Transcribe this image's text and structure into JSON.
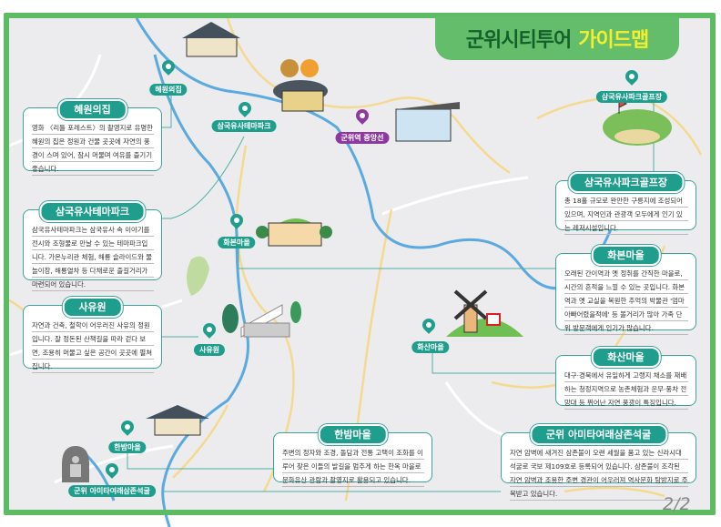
{
  "title": {
    "part1": "군위시티투어",
    "part2": "가이드맵"
  },
  "colors": {
    "frame": "#5dbb63",
    "teal": "#1f9d8d",
    "purple": "#8d3aa0",
    "title_dark": "#14602a",
    "title_yellow": "#f4ef2e",
    "river": "#5aa9e0",
    "road": "#f5d990"
  },
  "pins": [
    {
      "label": "혜원의집"
    },
    {
      "label": "삼국유사테마파크"
    },
    {
      "label": "군위역 중앙선"
    },
    {
      "label": "삼국유사파크골프장"
    },
    {
      "label": "화본마을"
    },
    {
      "label": "사유원"
    },
    {
      "label": "화산마을"
    },
    {
      "label": "한밤마을"
    },
    {
      "label": "군위 아미타여래삼존석굴"
    }
  ],
  "boxes": {
    "hyewon": {
      "title": "혜원의집",
      "text": "영화 〈리틀 포레스트〉의 촬영지로 유명한 혜원의 집은 정원과 건물 곳곳에 자연의 풍경이 스며 있어, 잠시 머물며 여유를 즐기기 좋습니다."
    },
    "themepark": {
      "title": "삼국유사테마파크",
      "text": "삼국유사테마파크는 삼국유사 속 이야기를 전시와 조형물로 만날 수 있는 테마파크입니다. 가온누리관 체험, 해룡 슬라이드와 물놀이장, 해룡열차 등 다채로운 즐길거리가 마련되어 있습니다."
    },
    "sayuwon": {
      "title": "사유원",
      "text": "자연과 건축, 철학이 어우러진 사유의 정원입니다. 잘 정돈된 산책길을 따라 걷다 보면, 조용히 머물고 싶은 공간이 곳곳에 펼쳐집니다."
    },
    "golf": {
      "title": "삼국유사파크골프장",
      "text": "총 18홀 규모로 완만한 구릉지에 조성되어 있으며, 지역민과 관광객 모두에게 인기 있는 레저시설입니다."
    },
    "hwabon": {
      "title": "화본마을",
      "text": "오래된 간이역과 옛 정취를 간직한 마을로, 시간의 흔적을 느낄 수 있는 곳입니다. 화본역과 옛 교실을 복원한 추억의 박물관 '엄마아빠어렸을적에' 등 볼거리가 많아 가족 단위 방문객에게 인기가 많습니다."
    },
    "hwasan": {
      "title": "화산마을",
      "text": "대구·경북에서 유일하게 고랭지 채소를 재배하는 청정지역으로 농촌체험과 운무·풍차 전망대 등 뛰어난 자연 풍광이 특징입니다."
    },
    "hanbam": {
      "title": "한밤마을",
      "text": "주변의 정자와 조경, 돌담과 전통 고택이 조화를 이루어 찾은 이들의 발길을 멈추게 하는 한옥 마을로 문화유산 관람과 촬영지로 활용되고 있습니다."
    },
    "grotto": {
      "title": "군위 아미타여래삼존석굴",
      "text": "자연 암벽에 새겨진 삼존불이 오랜 세월을 품고 있는 신라시대 석굴로 국보 제109호로 등록되어 있습니다. 삼존불이 조각된 자연 암벽과 조용한 주변 경관이 어우러져 역사문화 탐방지로 주목받고 있습니다."
    }
  },
  "page_number": "2/2"
}
